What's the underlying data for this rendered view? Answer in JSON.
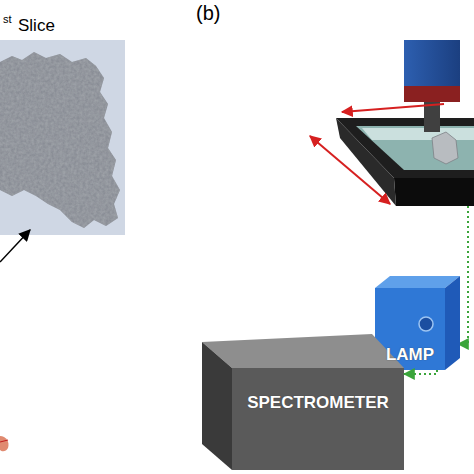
{
  "diagram": {
    "nodes": [
      {
        "text": [
          "LAMP"
        ]
      },
      {
        "text": [
          "SPECTROMETER"
        ]
      }
    ],
    "edges": [
      {
        "from": 0,
        "to": 1,
        "arrow": "to"
      }
    ],
    "labels": [
      "st",
      "Slice",
      "(b)"
    ]
  }
}
